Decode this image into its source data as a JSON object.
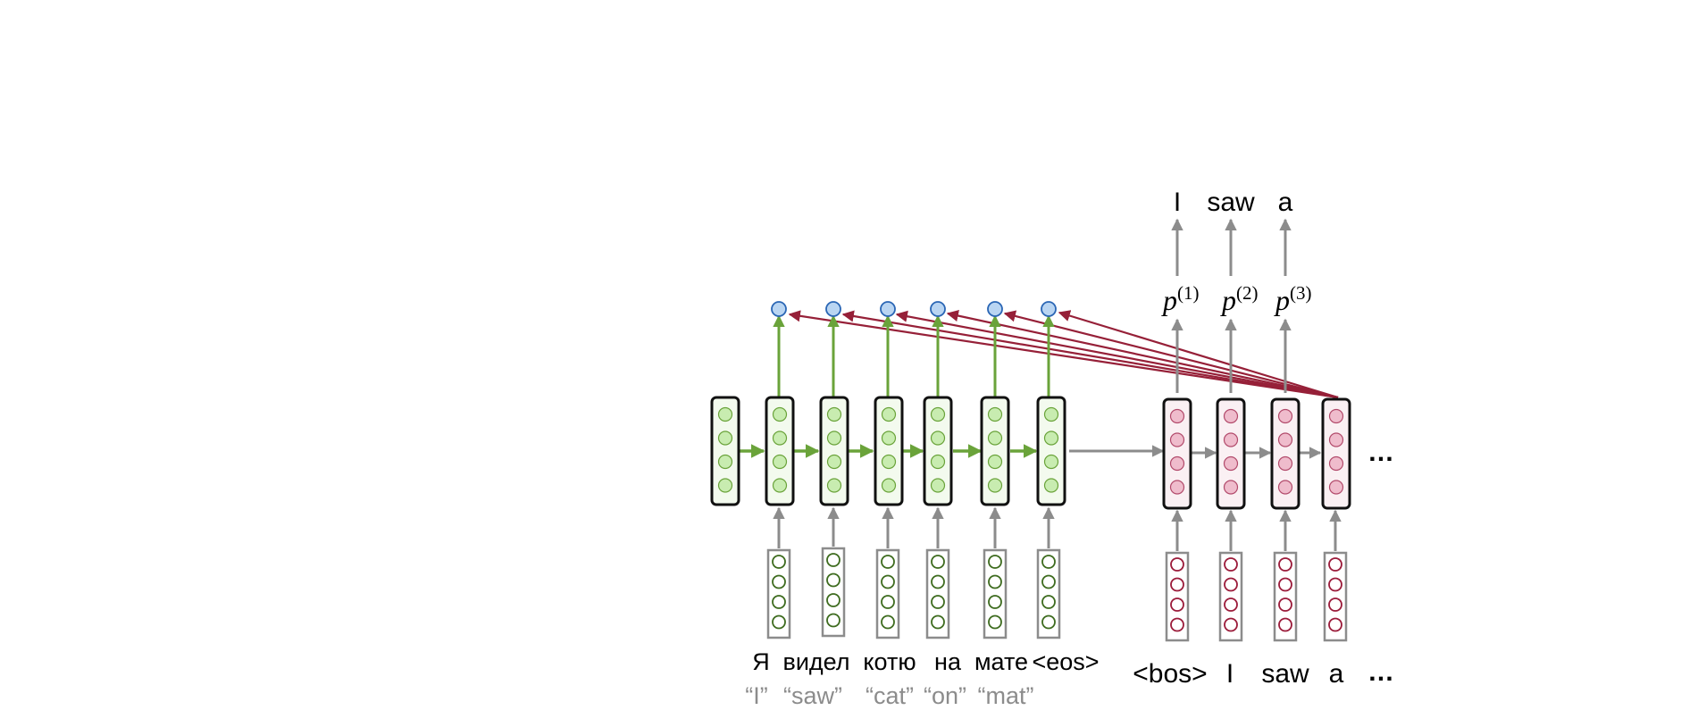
{
  "source_words": [
    "Я",
    "видел",
    "котю",
    "на",
    "мате",
    "<eos>"
  ],
  "source_glosses": [
    "“I”",
    "“saw”",
    "“cat”",
    "“on”",
    "“mat”"
  ],
  "decoder_inputs": [
    "<bos>",
    "I",
    "saw",
    "a",
    "…"
  ],
  "outputs": [
    "I",
    "saw",
    "a"
  ],
  "probs": [
    {
      "base": "p",
      "sup": "(1)"
    },
    {
      "base": "p",
      "sup": "(2)"
    },
    {
      "base": "p",
      "sup": "(3)"
    }
  ],
  "hidden_ellipsis": "…",
  "colors": {
    "encoder_fill": "#c8ecb0",
    "encoder_box_fill": "#f3faee",
    "encoder_arrow": "#6aa33a",
    "embed_ring_encoder": "#3d6b1e",
    "decoder_fill": "#efbccc",
    "decoder_box_fill": "#faf0f3",
    "embed_ring_decoder": "#9b1b3a",
    "attention_score_fill": "#b9d5f2",
    "attention_score_stroke": "#2a66b5",
    "attention_arrow": "#962038",
    "gray_arrow": "#8c8c8c",
    "gray_text": "#8c8c8c"
  }
}
